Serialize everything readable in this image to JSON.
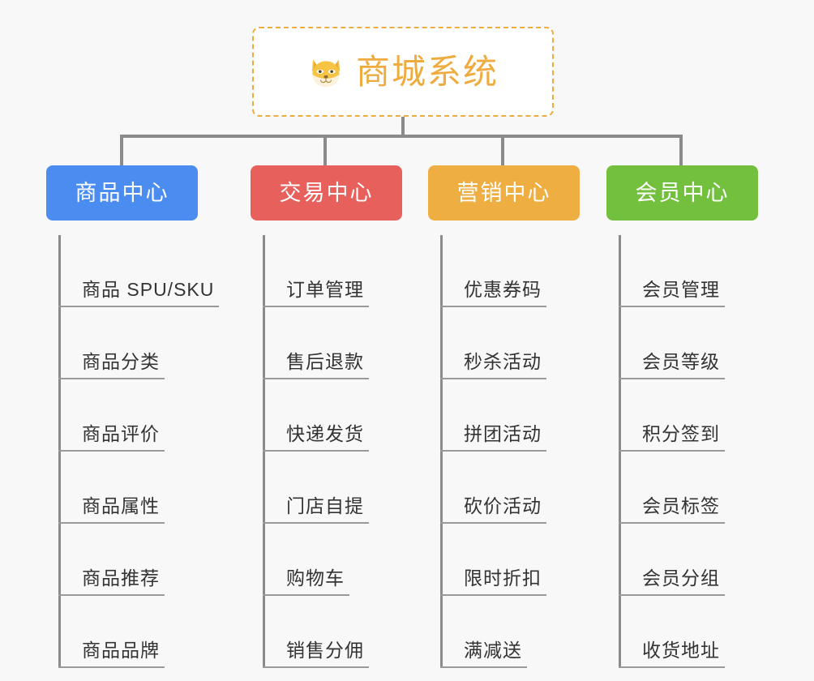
{
  "background_color": "#f8f8f8",
  "connector_color": "#8b8b8b",
  "root": {
    "icon": "shiba-dog-face-icon",
    "title": "商城系统",
    "title_color": "#eeab3f",
    "border_color": "#eeab3f",
    "background": "#ffffff"
  },
  "columns": [
    {
      "header": {
        "label": "商品中心",
        "color": "#4a8cf0"
      },
      "items": [
        {
          "label": "商品 SPU/SKU"
        },
        {
          "label": "商品分类"
        },
        {
          "label": "商品评价"
        },
        {
          "label": "商品属性"
        },
        {
          "label": "商品推荐"
        },
        {
          "label": "商品品牌"
        }
      ]
    },
    {
      "header": {
        "label": "交易中心",
        "color": "#e8605c"
      },
      "items": [
        {
          "label": "订单管理"
        },
        {
          "label": "售后退款"
        },
        {
          "label": "快递发货"
        },
        {
          "label": "门店自提"
        },
        {
          "label": "购物车"
        },
        {
          "label": "销售分佣"
        }
      ]
    },
    {
      "header": {
        "label": "营销中心",
        "color": "#eeae42"
      },
      "items": [
        {
          "label": "优惠券码"
        },
        {
          "label": "秒杀活动"
        },
        {
          "label": "拼团活动"
        },
        {
          "label": "砍价活动"
        },
        {
          "label": "限时折扣"
        },
        {
          "label": "满减送"
        }
      ]
    },
    {
      "header": {
        "label": "会员中心",
        "color": "#72c03e"
      },
      "items": [
        {
          "label": "会员管理"
        },
        {
          "label": "会员等级"
        },
        {
          "label": "积分签到"
        },
        {
          "label": "会员标签"
        },
        {
          "label": "会员分组"
        },
        {
          "label": "收货地址"
        }
      ]
    }
  ]
}
